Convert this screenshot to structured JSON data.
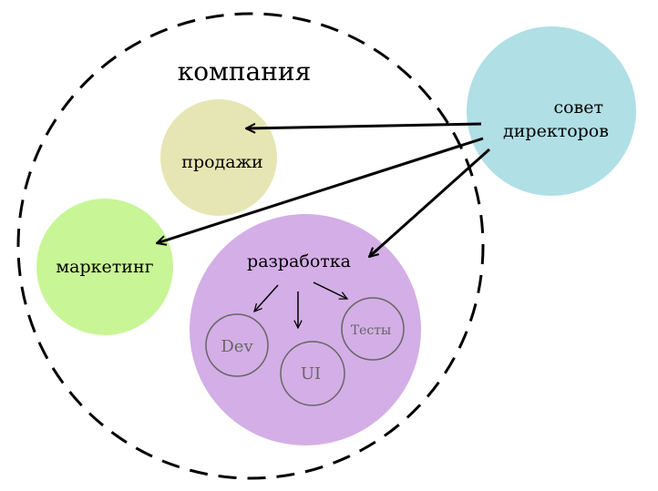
{
  "company": {
    "label": "компания"
  },
  "board": {
    "line1": "совет",
    "line2": "директоров",
    "color": "#b0dfe6"
  },
  "sales": {
    "label": "продажи",
    "color": "#e6e6b4"
  },
  "marketing": {
    "label": "маркетинг",
    "color": "#c8f596"
  },
  "development": {
    "label": "разработка",
    "color": "#d4aee6",
    "teams": [
      {
        "label": "Dev"
      },
      {
        "label": "UI"
      },
      {
        "label": "Тесты"
      }
    ]
  }
}
